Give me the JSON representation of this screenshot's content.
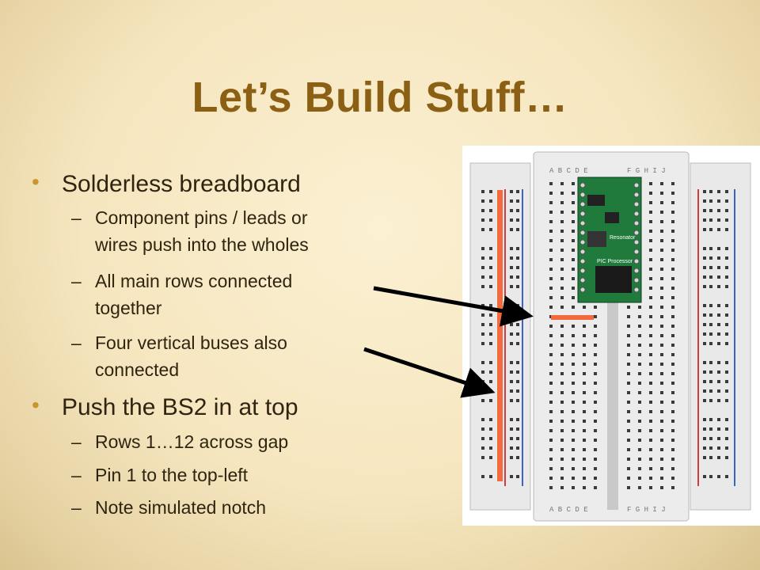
{
  "slide": {
    "title": "Let’s Build Stuff…",
    "bullets": [
      {
        "text": "Solderless breadboard",
        "subs": [
          "Component pins / leads or\nwires push into the wholes",
          "All main rows connected\ntogether",
          "Four vertical buses also\nconnected"
        ]
      },
      {
        "text": "Push the BS2 in at top",
        "subs": [
          "Rows 1…12 across gap",
          "Pin 1 to the top-left",
          "Note simulated notch"
        ]
      }
    ],
    "bullet_symbol": "•",
    "dash_symbol": "–"
  },
  "image": {
    "top_header_left": "A B C D E",
    "top_header_right": "F G H I J",
    "bottom_header_left": "A B C D E",
    "bottom_header_right": "F G H I J",
    "chip_labels": [
      "Resonator",
      "PIC\nProcessor"
    ],
    "colors": {
      "highlight": "#f26a3e",
      "bus_red": "#d23c3c",
      "bus_blue": "#3c64c8",
      "chip": "#1f7a3c",
      "arrow": "#000000"
    }
  }
}
